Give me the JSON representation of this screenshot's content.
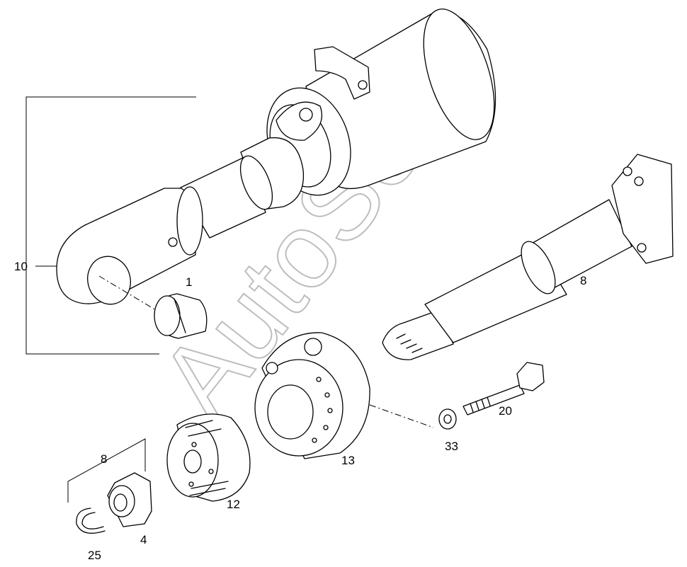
{
  "watermark": "AutoSoft",
  "labels": {
    "part_1": "1",
    "part_4": "4",
    "part_8_rod": "8",
    "part_8_group": "8",
    "part_10": "10",
    "part_12": "12",
    "part_13": "13",
    "part_20": "20",
    "part_25": "25",
    "part_33": "33"
  }
}
